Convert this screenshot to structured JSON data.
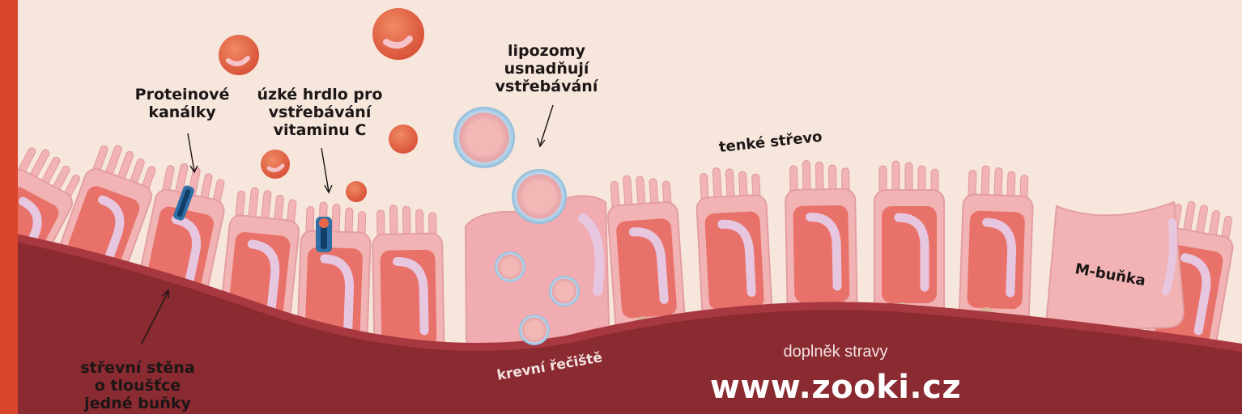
{
  "labels": {
    "protein_channels": [
      "Proteinové",
      "kanálky"
    ],
    "vitamin_c_bottleneck": [
      "úzké hrdlo pro",
      "vstřebávání",
      "vitaminu C"
    ],
    "liposomes": [
      "lipozomy",
      "usnadňují",
      "vstřebávání"
    ],
    "small_intestine": "tenké střevo",
    "m_cell": "M-buňka",
    "bloodstream": "krevní řečiště",
    "intestinal_wall": [
      "střevní stěna",
      "o tloušťce",
      "jedné buňky"
    ]
  },
  "footer": {
    "product_type": "doplněk stravy",
    "website": "www.zooki.cz"
  },
  "colors": {
    "background": "#f6e6dc",
    "accent_stripe": "#d9462b",
    "blood": "#8a2a31",
    "cell": "#f2b3b4",
    "cell_inner": "#e8726a",
    "vitamin_ball": "#e8674a",
    "liposome": "#a9cce3"
  }
}
